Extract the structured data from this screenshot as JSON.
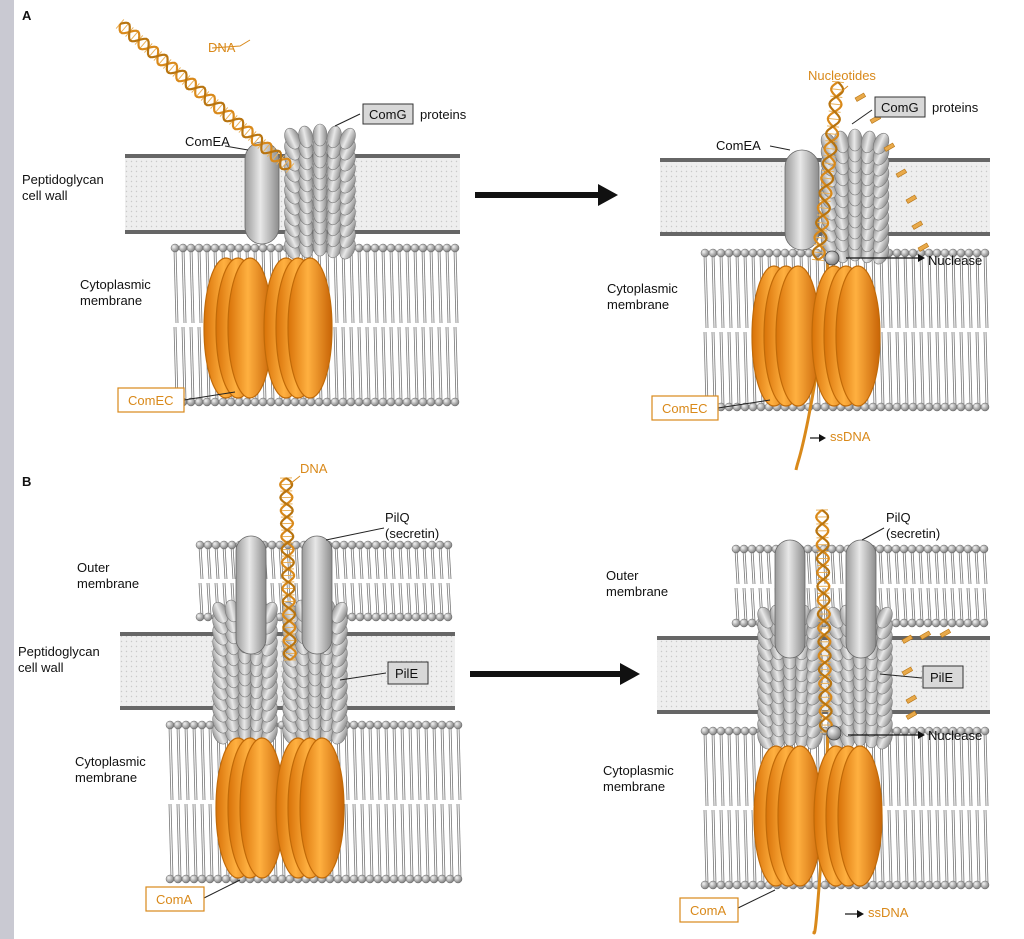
{
  "panels": {
    "a": "A",
    "b": "B"
  },
  "labels": {
    "dna": "DNA",
    "comea": "ComEA",
    "comg": "ComG",
    "proteins": "proteins",
    "peptidoglycan_l1": "Peptidoglycan",
    "peptidoglycan_l2": "cell wall",
    "cyto_l1": "Cytoplasmic",
    "cyto_l2": "membrane",
    "comec": "ComEC",
    "nucleotides": "Nucleotides",
    "nuclease": "Nuclease",
    "ssdna": "ssDNA",
    "pilq_l1": "PilQ",
    "pilq_l2": "(secretin)",
    "outer_l1": "Outer",
    "outer_l2": "membrane",
    "pile": "PilE",
    "coma": "ComA"
  },
  "colors": {
    "orange": "#f08c1c",
    "orange_dark": "#c06a08",
    "label_orange": "#d9891a",
    "gray_protein": "#c9c9c9",
    "gray_dark": "#8a8a8a",
    "wall_fill": "#ececec",
    "wall_line": "#666666"
  }
}
